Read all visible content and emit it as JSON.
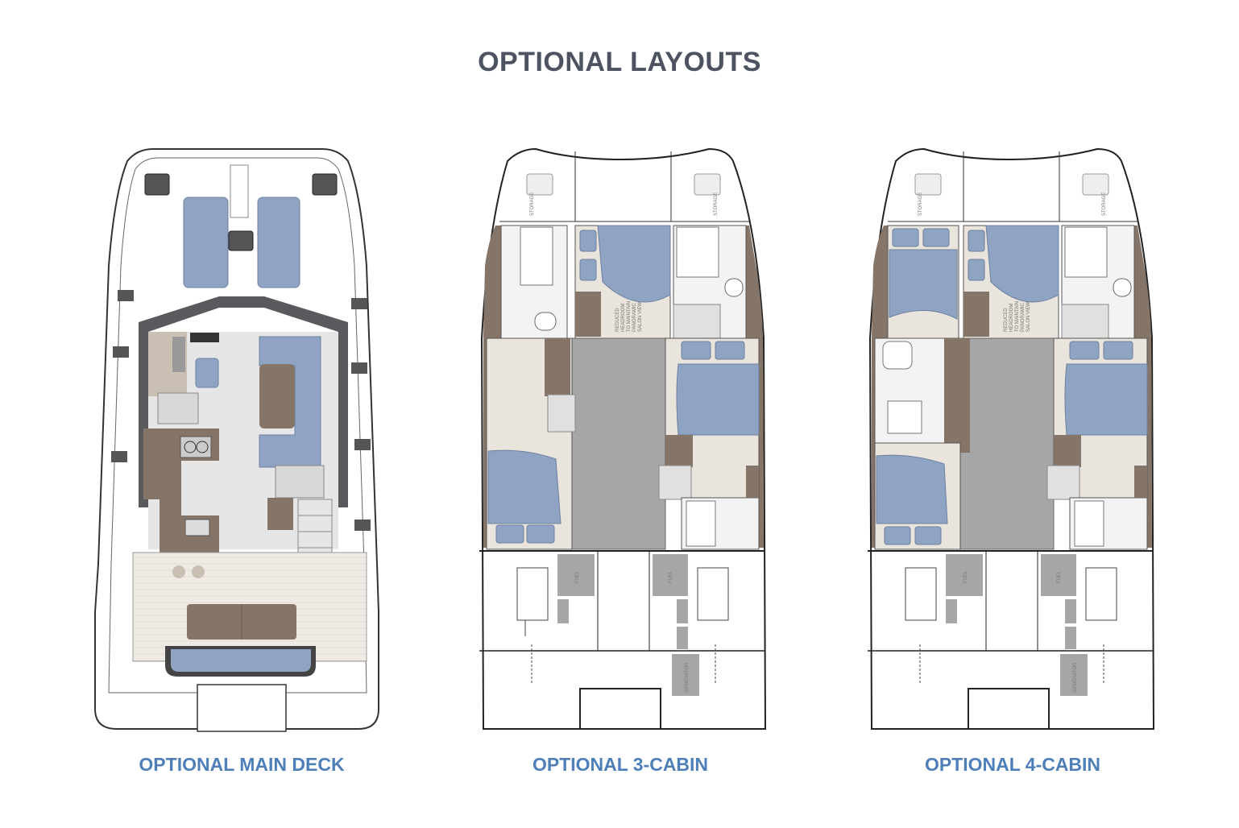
{
  "title": "OPTIONAL LAYOUTS",
  "captions": {
    "main_deck": "OPTIONAL MAIN DECK",
    "three_cabin": "OPTIONAL 3-CABIN",
    "four_cabin": "OPTIONAL 4-CABIN"
  },
  "labels": {
    "storage": "STORAGE",
    "fuel": "FUEL",
    "generator": "GENERATOR",
    "headroom_note": [
      "REDUCED",
      "HEADROOM",
      "TO MAINTAIN",
      "PANORAMIC",
      "SALON VIEW"
    ]
  },
  "colors": {
    "title": "#4d5361",
    "caption": "#4f7fb9",
    "cushion": "#8fa4c2",
    "wood": "#857568",
    "floor": "#a6a6a6",
    "teak": "#ebe7df"
  }
}
